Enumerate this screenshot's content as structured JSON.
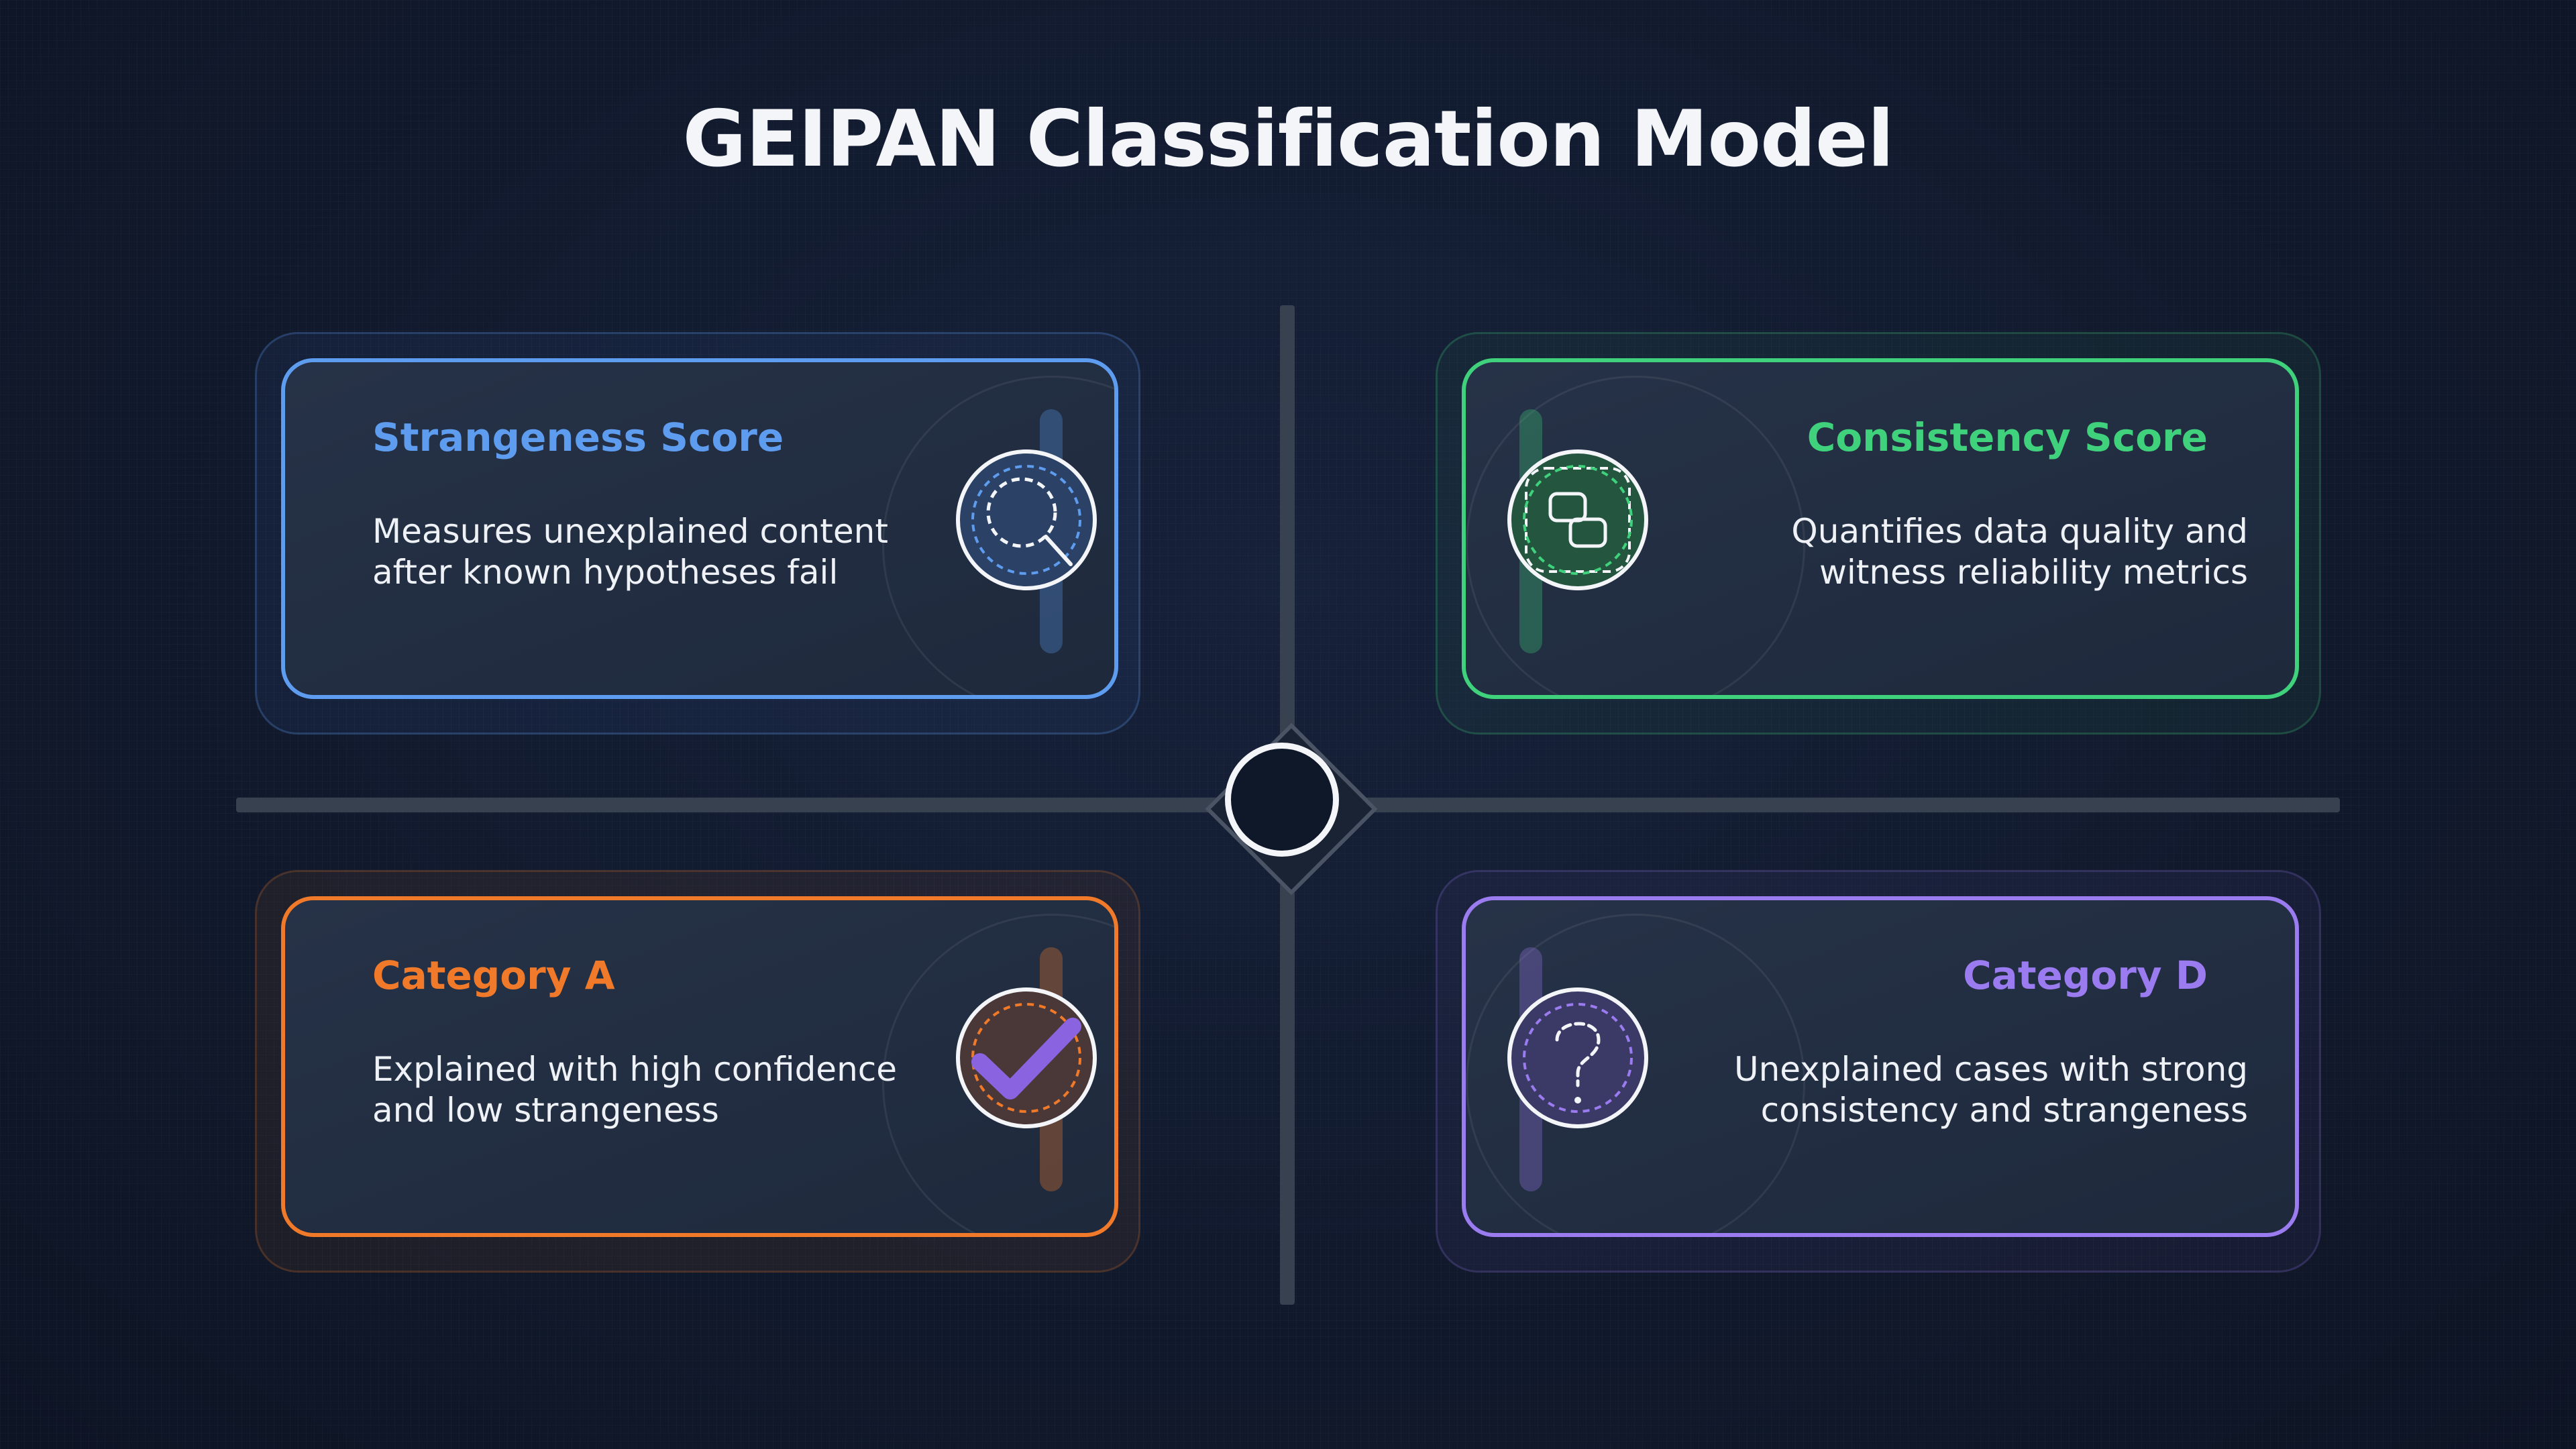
{
  "title": "GEIPAN Classification Model",
  "quadrants": [
    {
      "title": "Strangeness Score",
      "description": "Measures unexplained content after known hypotheses fail",
      "color": "#5e9cf0"
    },
    {
      "title": "Consistency Score",
      "description": "Quantifies data quality and witness reliability metrics",
      "color": "#3fd17c"
    },
    {
      "title": "Category A",
      "description": "Explained with high confidence and low strangeness",
      "color": "#f07a2a"
    },
    {
      "title": "Category D",
      "description": "Unexplained cases with strong consistency and strangeness",
      "color": "#9a7bf0"
    }
  ],
  "icons": [
    "magnifier-icon",
    "linked-squares-icon",
    "checkmark-icon",
    "question-icon"
  ]
}
